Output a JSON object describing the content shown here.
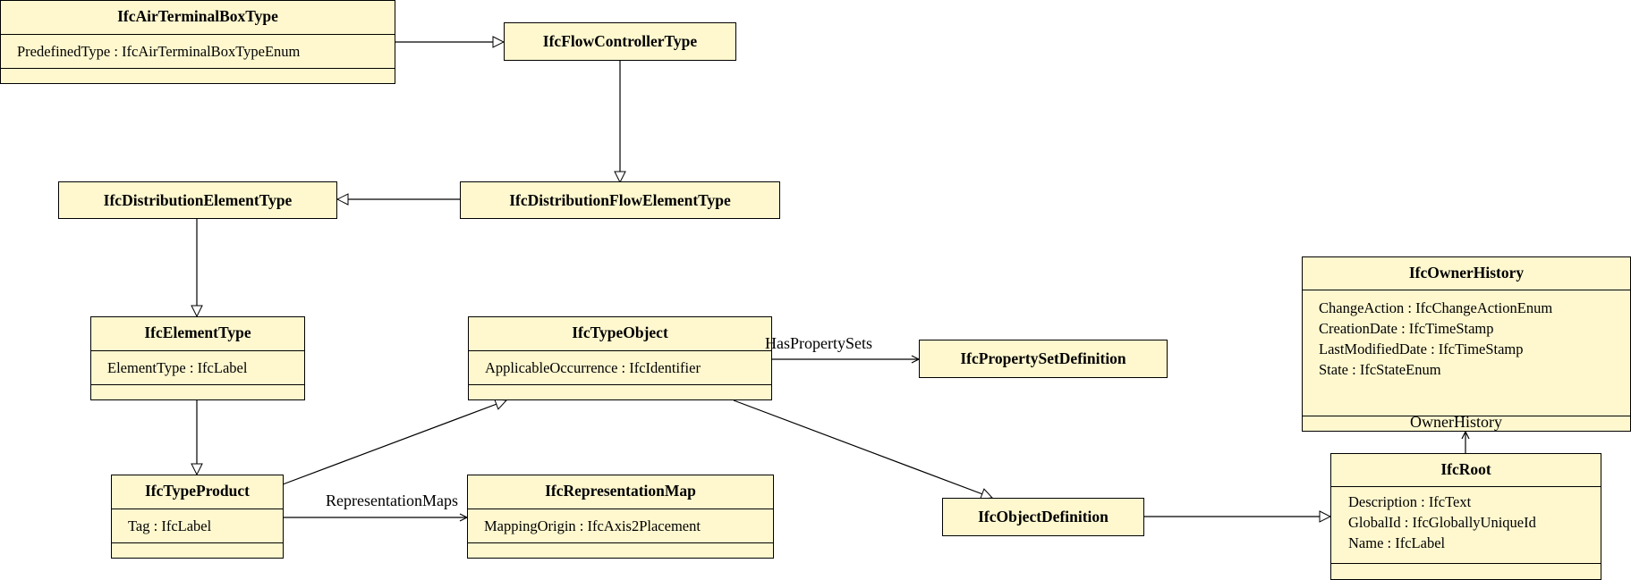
{
  "classes": {
    "airterminal": {
      "name": "IfcAirTerminalBoxType",
      "attributes": [
        "PredefinedType : IfcAirTerminalBoxTypeEnum"
      ]
    },
    "flowcontroller": {
      "name": "IfcFlowControllerType"
    },
    "distelem": {
      "name": "IfcDistributionElementType"
    },
    "distflow": {
      "name": "IfcDistributionFlowElementType"
    },
    "elementtype": {
      "name": "IfcElementType",
      "attributes": [
        "ElementType : IfcLabel"
      ]
    },
    "typeobject": {
      "name": "IfcTypeObject",
      "attributes": [
        "ApplicableOccurrence : IfcIdentifier"
      ]
    },
    "psetdef": {
      "name": "IfcPropertySetDefinition"
    },
    "ownerhistory": {
      "name": "IfcOwnerHistory",
      "attributes": [
        "ChangeAction : IfcChangeActionEnum",
        "CreationDate : IfcTimeStamp",
        "LastModifiedDate : IfcTimeStamp",
        "State : IfcStateEnum"
      ]
    },
    "typeproduct": {
      "name": "IfcTypeProduct",
      "attributes": [
        "Tag : IfcLabel"
      ]
    },
    "repmap": {
      "name": "IfcRepresentationMap",
      "attributes": [
        "MappingOrigin : IfcAxis2Placement"
      ]
    },
    "objdef": {
      "name": "IfcObjectDefinition"
    },
    "root": {
      "name": "IfcRoot",
      "attributes": [
        "Description : IfcText",
        "GlobalId : IfcGloballyUniqueId",
        "Name : IfcLabel"
      ]
    }
  },
  "associations": {
    "has_property_sets": "HasPropertySets",
    "representation_maps": "RepresentationMaps",
    "owner_history": "OwnerHistory"
  }
}
